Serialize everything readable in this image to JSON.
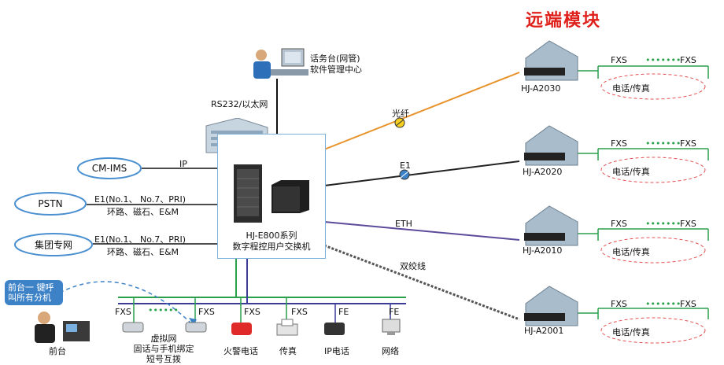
{
  "title": "远端模块",
  "center": {
    "console_line1": "话务台(网管)",
    "console_line2": "软件管理中心",
    "link_label": "RS232/以太网",
    "switch_line1": "HJ-E800系列",
    "switch_line2": "数字程控用户交换机"
  },
  "left_networks": [
    {
      "name": "CM-IMS",
      "line1": "IP",
      "line2": ""
    },
    {
      "name": "PSTN",
      "line1": "E1(No.1、 No.7、PRI)",
      "line2": "环路、磁石、E&M"
    },
    {
      "name": "集团专网",
      "line1": "E1(No.1、 No.7、PRI)",
      "line2": "环路、磁石、E&M"
    }
  ],
  "links": [
    {
      "label": "光纤",
      "color": "#e8922a"
    },
    {
      "label": "E1",
      "color": "#222222"
    },
    {
      "label": "ETH",
      "color": "#5c4a9a"
    },
    {
      "label": "双绞线",
      "color": "#555555"
    }
  ],
  "remote_modules": [
    {
      "model": "HJ-A2030",
      "fxs_left": "FXS",
      "fxs_right": "FXS",
      "dots": "•••••••",
      "device": "电话/传真"
    },
    {
      "model": "HJ-A2020",
      "fxs_left": "FXS",
      "fxs_right": "FXS",
      "dots": "•••••••",
      "device": "电话/传真"
    },
    {
      "model": "HJ-A2010",
      "fxs_left": "FXS",
      "fxs_right": "FXS",
      "dots": "•••••••",
      "device": "电话/传真"
    },
    {
      "model": "HJ-A2001",
      "fxs_left": "FXS",
      "fxs_right": "FXS",
      "dots": "•••••••",
      "device": "电话/传真"
    }
  ],
  "bottom": {
    "note": "前台一 键呼叫所有分机",
    "reception": "前台",
    "ports": [
      {
        "port": "FXS",
        "name": ""
      },
      {
        "port": "FXS",
        "name": ""
      },
      {
        "port": "FXS",
        "name": "火警电话"
      },
      {
        "port": "FXS",
        "name": "传真"
      },
      {
        "port": "FE",
        "name": "IP电话"
      },
      {
        "port": "FE",
        "name": "网络"
      }
    ],
    "dots": "••••••",
    "vnet_line1": "虚拟网",
    "vnet_line2": "固话与手机绑定",
    "vnet_line3": "短号互拨"
  },
  "colors": {
    "accent": "#e0201b",
    "fiber": "#e8922a",
    "bus_green": "#2aa14a",
    "bus_blue": "#3b3b9a",
    "cloud": "#4a8fd0",
    "house": "#8fa8b8"
  }
}
